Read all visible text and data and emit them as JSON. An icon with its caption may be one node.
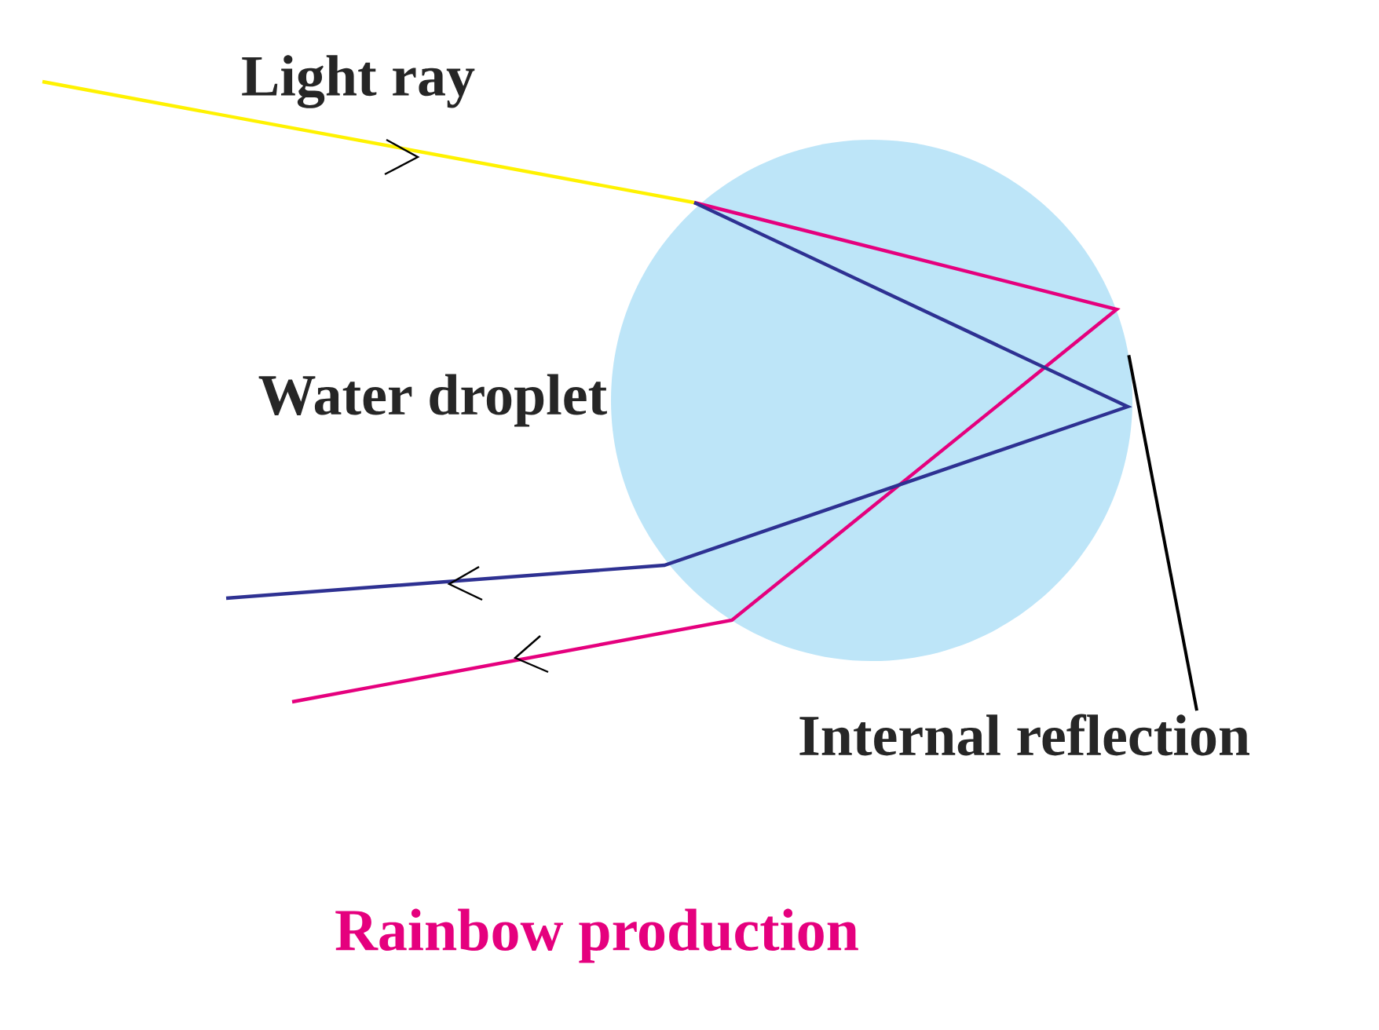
{
  "diagram": {
    "caption": "Rainbow production",
    "nodes": [
      {
        "text": [
          "Water droplet"
        ]
      },
      {
        "text": [
          "Internal reflection"
        ]
      }
    ],
    "edges": [
      {
        "from": 1,
        "to": 0,
        "arrow": "none"
      }
    ],
    "labels": [
      "Light ray"
    ]
  }
}
